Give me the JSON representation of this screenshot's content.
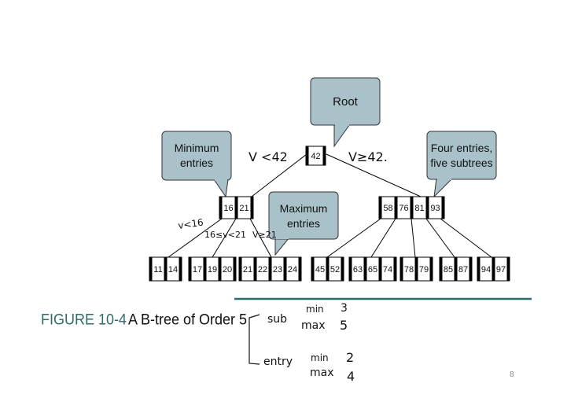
{
  "callouts": {
    "root": "Root",
    "min_entries_line1": "Minimum",
    "min_entries_line2": "entries",
    "max_entries_line1": "Maximum",
    "max_entries_line2": "entries",
    "four_entries_line1": "Four entries,",
    "four_entries_line2": "five subtrees"
  },
  "tree": {
    "root": [
      "42"
    ],
    "left_internal": [
      "16",
      "21"
    ],
    "right_internal": [
      "58",
      "76",
      "81",
      "93"
    ],
    "leaves": [
      [
        "11",
        "14"
      ],
      [
        "17",
        "19",
        "20"
      ],
      [
        "21",
        "22",
        "23",
        "24"
      ],
      [
        "45",
        "52"
      ],
      [
        "63",
        "65",
        "74"
      ],
      [
        "78",
        "79"
      ],
      [
        "85",
        "87"
      ],
      [
        "94",
        "97"
      ]
    ]
  },
  "annotations": {
    "v_lt_42": "V <42",
    "v_ge_42": "V≥42.",
    "v_lt_16": "v<16",
    "between_16_21": "16≤v<21",
    "v_ge_21": "V≥21"
  },
  "caption": {
    "figure_label": "FIGURE 10-4",
    "title": "A B-tree of Order 5"
  },
  "notes": {
    "sub": "sub",
    "entry": "entry",
    "sub_min_label": "min",
    "sub_min_value": "3",
    "sub_max_label": "max",
    "sub_max_value": "5",
    "entry_min_label": "min",
    "entry_min_value": "2",
    "entry_max_label": "max",
    "entry_max_value": "4"
  },
  "page_number": "8",
  "colors": {
    "callout_fill": "#a9c2c9",
    "callout_stroke": "#333333",
    "rule": "#2f6b6b"
  }
}
